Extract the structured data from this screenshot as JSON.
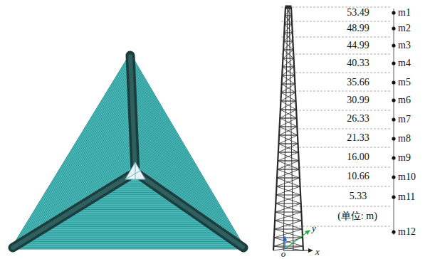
{
  "diagram": {
    "labels": [
      "53.49",
      "48.99",
      "44.99",
      "40.33",
      "35.66",
      "30.99",
      "26.33",
      "21.33",
      "16.00",
      "10.66",
      "5.33",
      "(单位: m)",
      "m1",
      "m2",
      "m3",
      "m4",
      "m5",
      "m6",
      "m7",
      "m8",
      "m9",
      "m10",
      "m11",
      "m12",
      "o",
      "x",
      "y"
    ]
  }
}
